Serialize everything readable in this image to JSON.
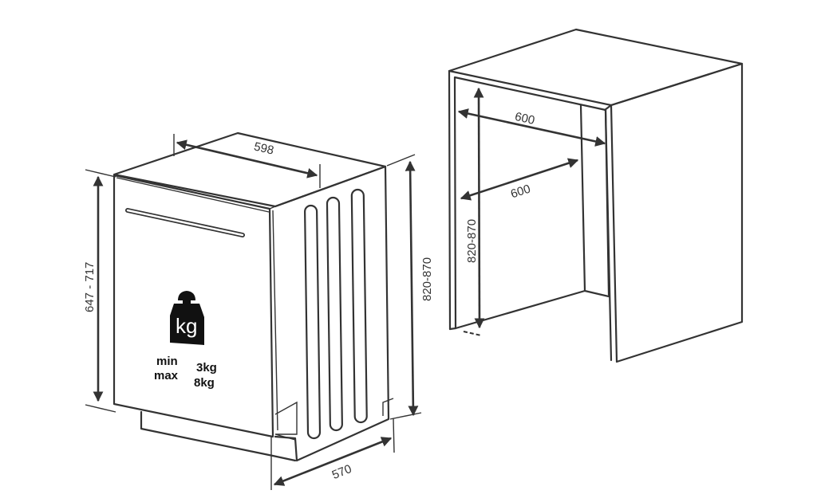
{
  "dishwasher": {
    "width_label": "598",
    "height_label": "647 - 717",
    "total_height_label": "820-870",
    "depth_label": "570",
    "weight": {
      "icon": "kg-weight-icon",
      "icon_text": "kg",
      "min_label": "min",
      "max_label": "max",
      "min_value": "3kg",
      "max_value": "8kg"
    }
  },
  "cabinet": {
    "width_label": "600",
    "depth_label": "600",
    "height_label": "820-870"
  },
  "colors": {
    "line": "#333333",
    "background": "#ffffff"
  }
}
